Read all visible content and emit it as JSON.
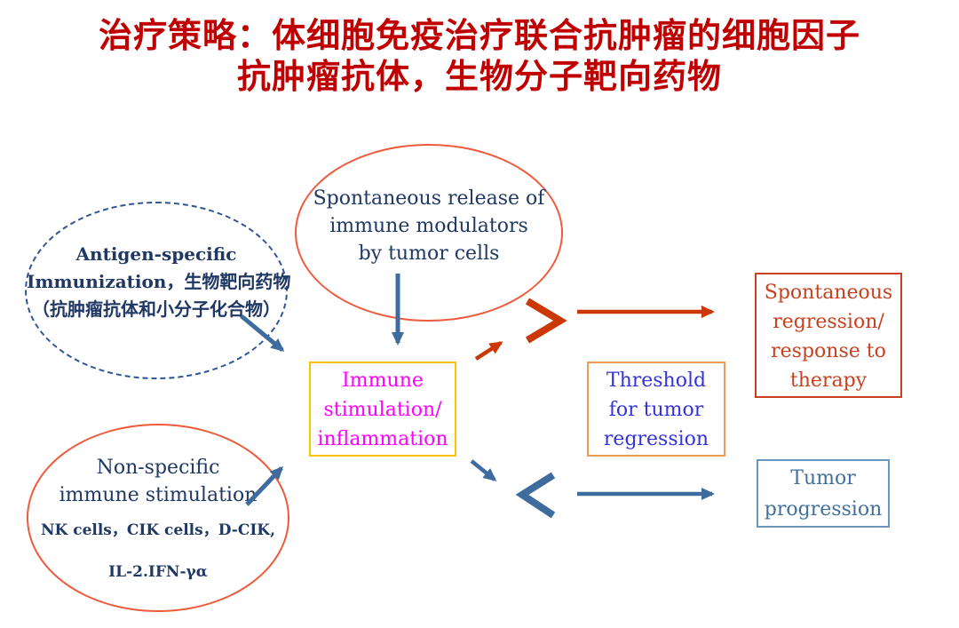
{
  "title": {
    "line1": "治疗策略：体细胞免疫治疗联合抗肿瘤的细胞因子",
    "line2": "抗肿瘤抗体，生物分子靶向药物"
  },
  "nodes": {
    "antigen_ellipse": {
      "line1": "Antigen-specific",
      "line2": "Immunization，生物靶向药物",
      "line3": "（抗肿瘤抗体和小分子化合物）"
    },
    "release_ellipse": {
      "line1": "Spontaneous release of",
      "line2": "immune modulators",
      "line3": "by tumor cells"
    },
    "nonspecific_ellipse": {
      "line1": "Non-specific",
      "line2": "immune stimulation",
      "line3": "NK cells，CIK cells，D-CIK,",
      "line4": "IL-2.IFN-γα"
    },
    "immune_box": {
      "line1": "Immune",
      "line2": "stimulation/",
      "line3": "inflammation"
    },
    "threshold_box": {
      "line1": "Threshold",
      "line2": "for tumor",
      "line3": "regression"
    },
    "regression_box": {
      "line1": "Spontaneous",
      "line2": "regression/",
      "line3": "response to",
      "line4": "therapy"
    },
    "progression_box": {
      "line1": "Tumor",
      "line2": "progression"
    }
  },
  "symbols": {
    "greater_than": ">",
    "less_than": "<"
  },
  "colors": {
    "title_red": "#C00000",
    "navy_text": "#1F3864",
    "dashed_ellipse_blue": "#2E5597",
    "red_ellipse_border": "#F05A3C",
    "yellow_box_border": "#FFC000",
    "magenta_text": "#FF00FF",
    "threshold_border_orange": "#ED9B54",
    "threshold_text_blue": "#3333DD",
    "regression_red": "#C8401E",
    "progression_blue": "#41719C",
    "progression_border": "#6E96BC",
    "blue_arrow": "#3E6C9E",
    "red_arrow": "#CC3706"
  }
}
